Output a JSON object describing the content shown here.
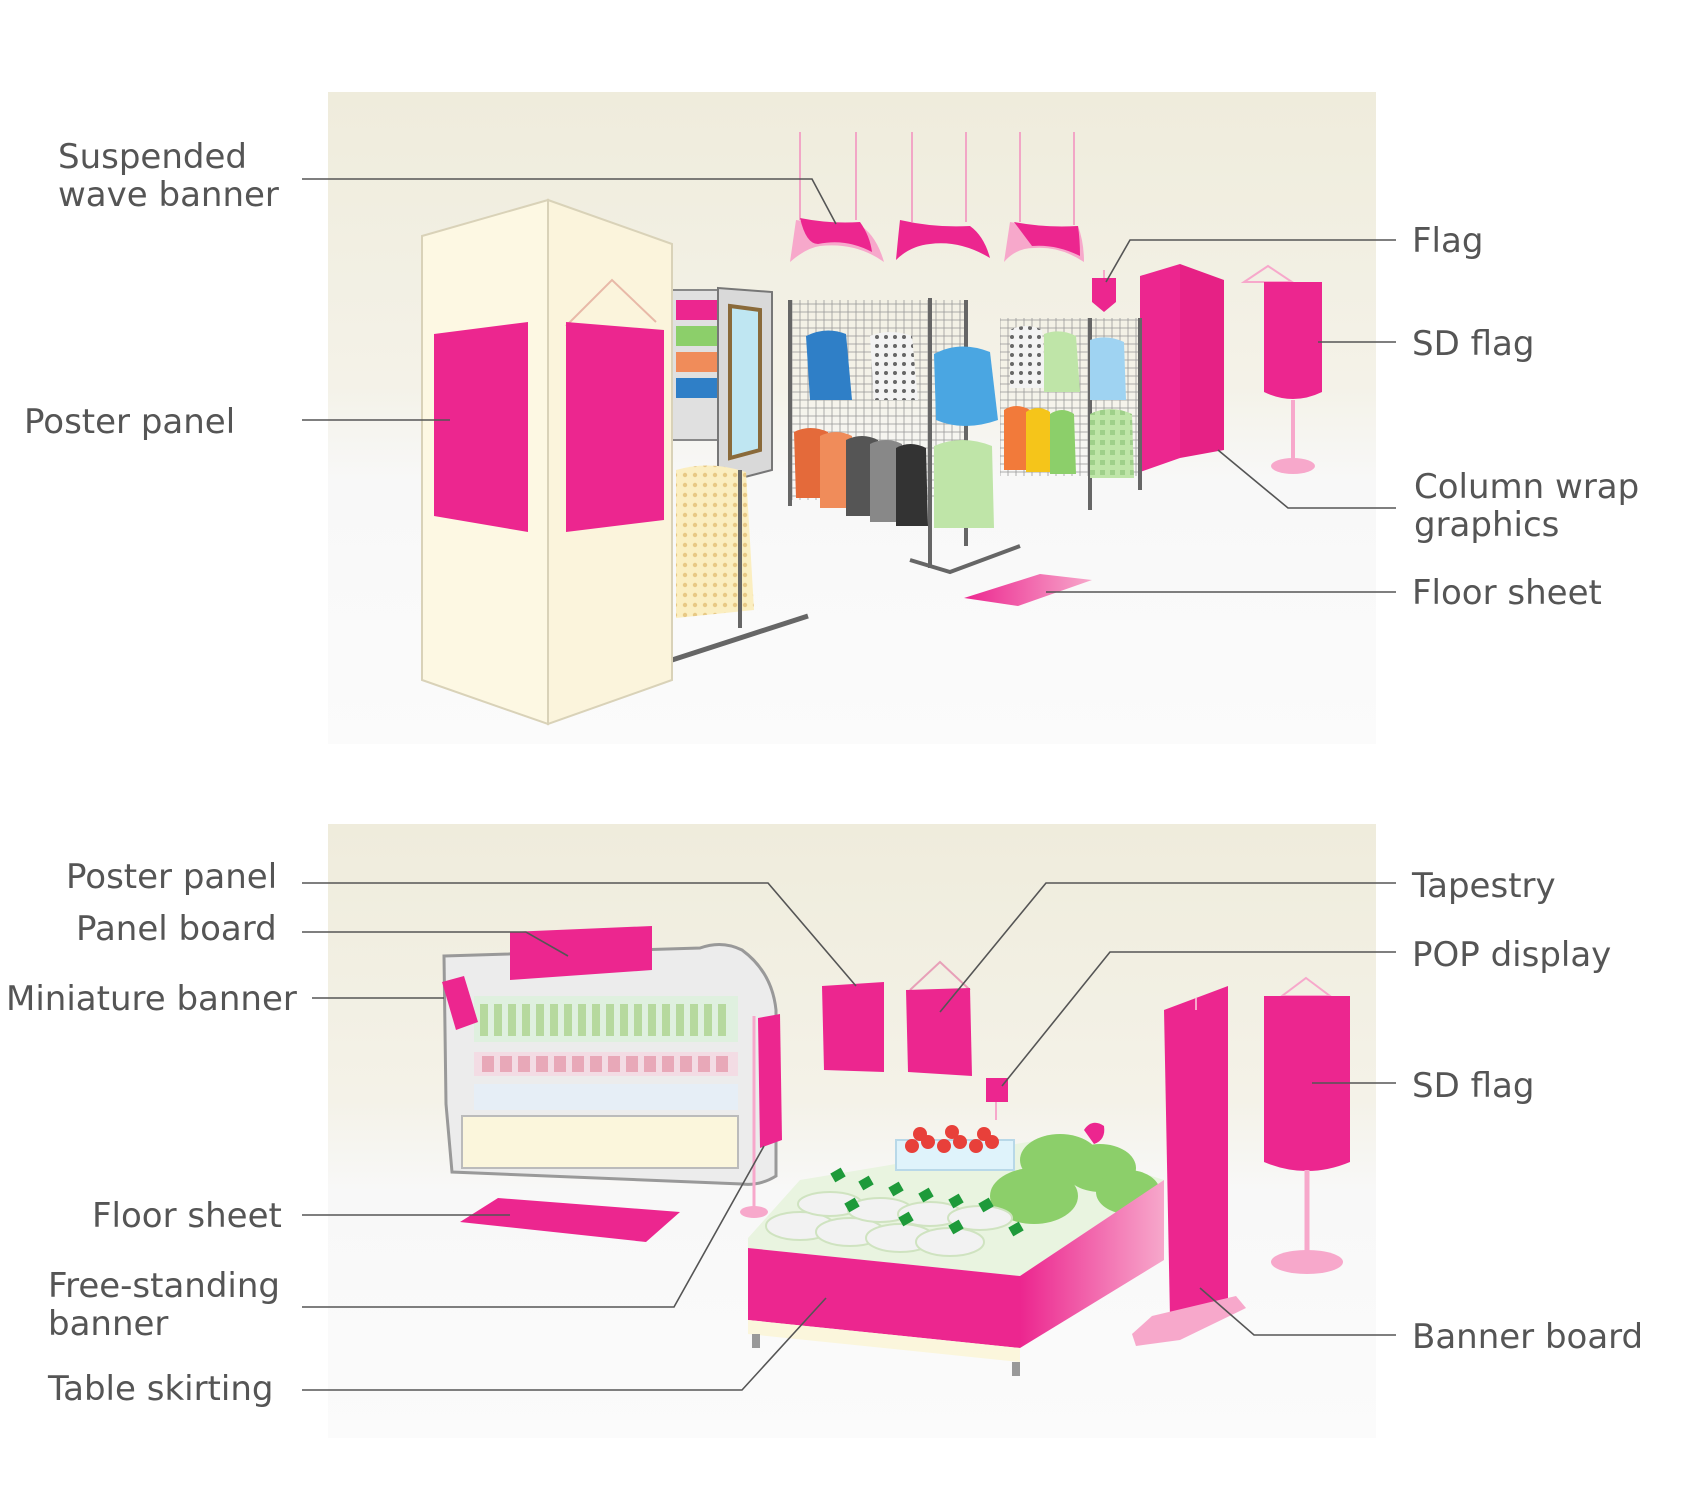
{
  "scene1": {
    "labels": {
      "suspended_wave_banner": [
        "Suspended",
        "wave banner"
      ],
      "poster_panel": "Poster panel",
      "flag": "Flag",
      "sd_flag": "SD flag",
      "column_wrap_graphics": [
        "Column wrap",
        "graphics"
      ],
      "floor_sheet": "Floor sheet"
    }
  },
  "scene2": {
    "labels": {
      "poster_panel": "Poster panel",
      "panel_board": "Panel board",
      "miniature_banner": "Miniature banner",
      "floor_sheet": "Floor sheet",
      "free_standing_banner": [
        "Free-standing",
        "banner"
      ],
      "table_skirting": "Table skirting",
      "tapestry": "Tapestry",
      "pop_display": "POP display",
      "sd_flag": "SD flag",
      "banner_board": "Banner board"
    }
  },
  "colors": {
    "accent_magenta": "#ec268f",
    "accent_light_pink": "#f7a8cb",
    "wall_cream": "#f1eee0",
    "floor_white": "#f7f7f7",
    "label_gray": "#555555"
  }
}
